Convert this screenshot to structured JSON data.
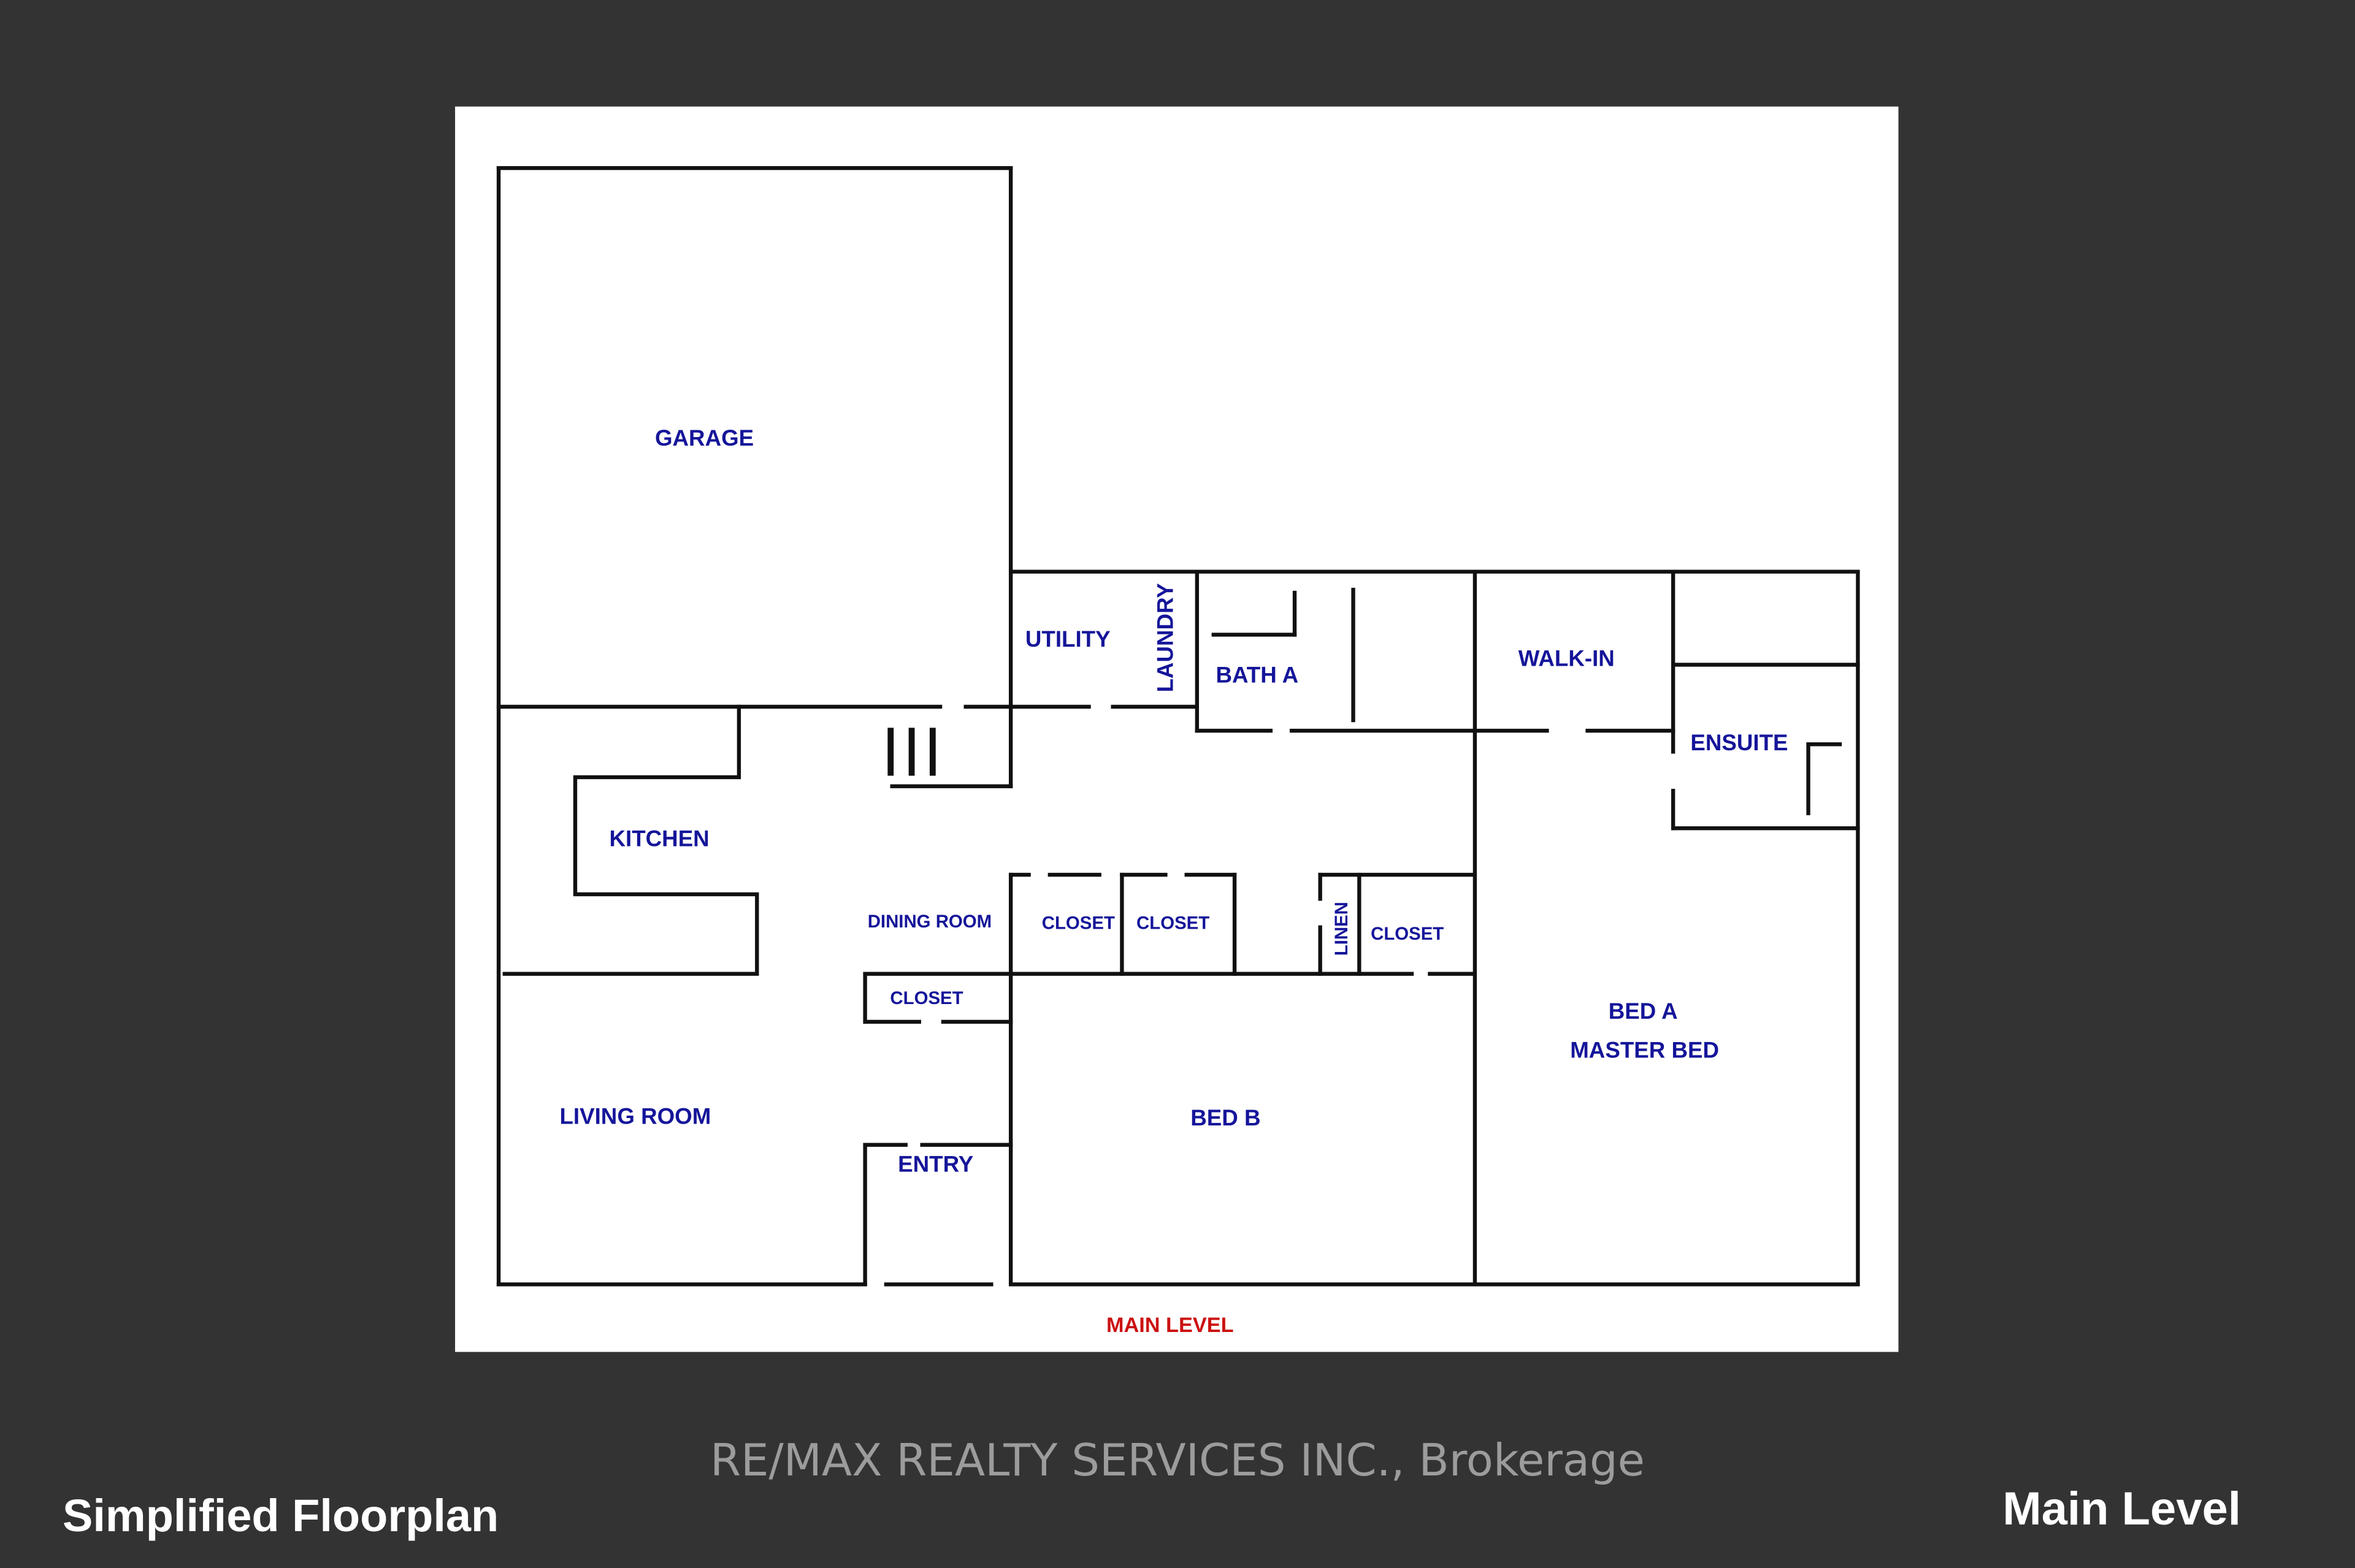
{
  "colors": {
    "background": "#333333",
    "panel": "#ffffff",
    "wall": "#111111",
    "room_label": "#15159a",
    "level_label": "#cc1111",
    "watermark": "#9c9c9c",
    "caption": "#ffffff"
  },
  "floorplan": {
    "level_label": "MAIN LEVEL",
    "rooms": {
      "garage": "GARAGE",
      "utility": "UTILITY",
      "laundry": "LAUNDRY",
      "bath_a": "BATH A",
      "walk_in": "WALK-IN",
      "ensuite": "ENSUITE",
      "kitchen": "KITCHEN",
      "dining_room": "DINING ROOM",
      "closet_1": "CLOSET",
      "closet_2": "CLOSET",
      "linen": "LINEN",
      "closet_3": "CLOSET",
      "closet_dining": "CLOSET",
      "living_room": "LIVING ROOM",
      "bed_b": "BED B",
      "bed_a": "BED A",
      "master_bed": "MASTER BED",
      "entry": "ENTRY"
    },
    "stairs_icon": "stairs-icon"
  },
  "footer": {
    "watermark": "RE/MAX REALTY SERVICES INC., Brokerage",
    "caption_left": "Simplified Floorplan",
    "caption_right": "Main Level"
  }
}
